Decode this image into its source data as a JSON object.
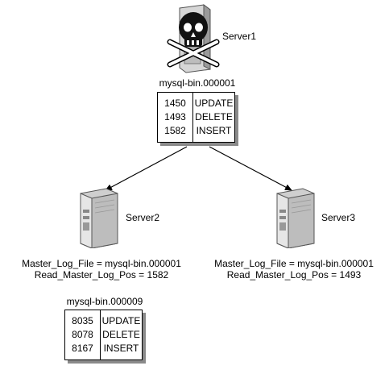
{
  "server1": {
    "name": "Server1",
    "binlog_name": "mysql-bin.000001",
    "events": [
      {
        "pos": "1450",
        "event": "UPDATE"
      },
      {
        "pos": "1493",
        "event": "DELETE"
      },
      {
        "pos": "1582",
        "event": "INSERT"
      }
    ]
  },
  "server2": {
    "name": "Server2",
    "master_log_file": "Master_Log_File = mysql-bin.000001",
    "read_master_log_pos": "Read_Master_Log_Pos = 1582",
    "binlog_name": "mysql-bin.000009",
    "events": [
      {
        "pos": "8035",
        "event": "UPDATE"
      },
      {
        "pos": "8078",
        "event": "DELETE"
      },
      {
        "pos": "8167",
        "event": "INSERT"
      }
    ]
  },
  "server3": {
    "name": "Server3",
    "master_log_file": "Master_Log_File = mysql-bin.000001",
    "read_master_log_pos": "Read_Master_Log_Pos = 1493"
  },
  "icons": {
    "failed_server": "skull-crossbones-server-icon",
    "server": "server-tower-icon"
  }
}
